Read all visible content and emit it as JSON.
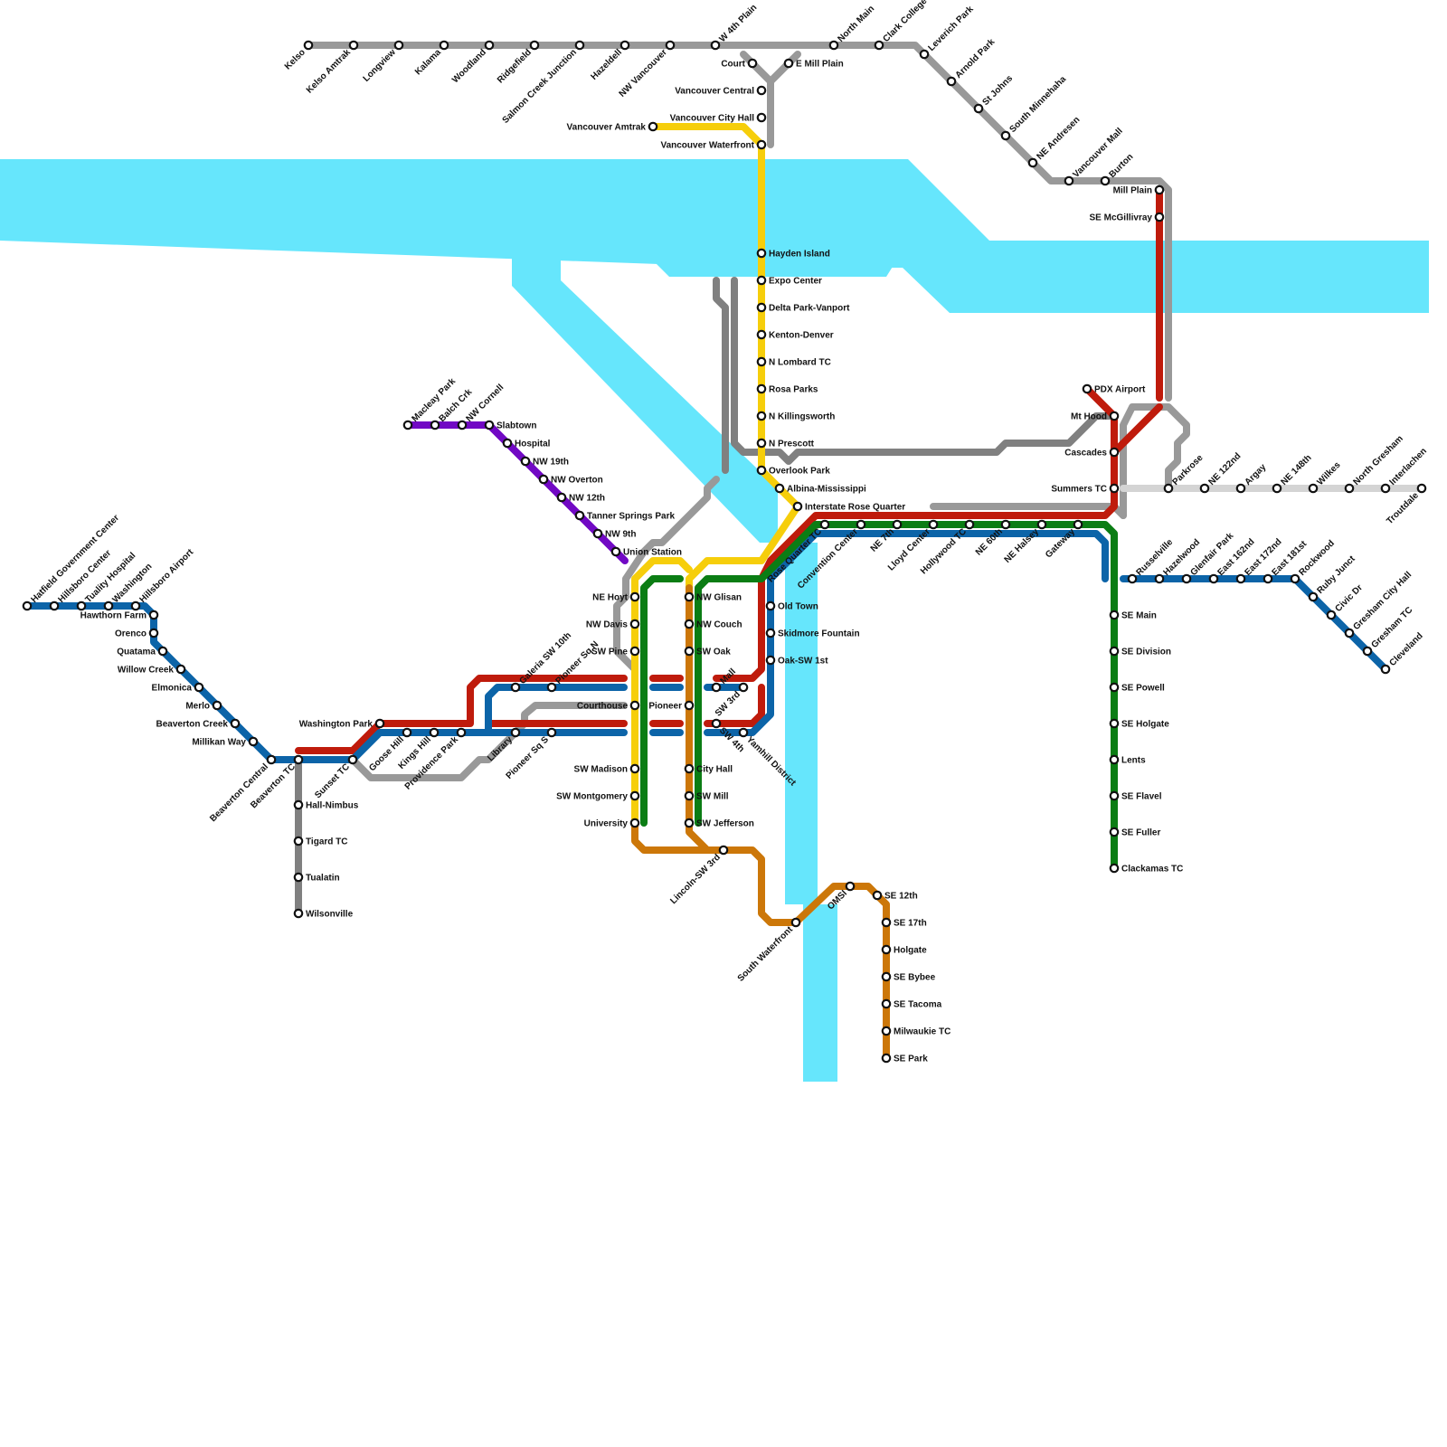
{
  "colors": {
    "water": "#66e6fc",
    "red": "#bf1b0c",
    "blue": "#0c64a8",
    "green": "#0b7d14",
    "yellow": "#f6ce0b",
    "orange": "#cc7709",
    "purple": "#7109c4",
    "gray": "#999999",
    "darkgray": "#808080",
    "lightgray": "#d4d4d4"
  },
  "lines": [
    {
      "id": "red",
      "color_key": "red"
    },
    {
      "id": "blue",
      "color_key": "blue"
    },
    {
      "id": "green",
      "color_key": "green"
    },
    {
      "id": "yellow",
      "color_key": "yellow"
    },
    {
      "id": "orange",
      "color_key": "orange"
    },
    {
      "id": "purple",
      "color_key": "purple"
    },
    {
      "id": "gray",
      "color_key": "gray"
    },
    {
      "id": "darkgray",
      "color_key": "darkgray"
    },
    {
      "id": "lightgray",
      "color_key": "lightgray"
    }
  ],
  "stations": [
    {
      "id": "kelso",
      "name": "Kelso"
    },
    {
      "id": "kelso-amtrak",
      "name": "Kelso Amtrak"
    },
    {
      "id": "longview",
      "name": "Longview"
    },
    {
      "id": "kalama",
      "name": "Kalama"
    },
    {
      "id": "woodland",
      "name": "Woodland"
    },
    {
      "id": "ridgefield",
      "name": "Ridgefield"
    },
    {
      "id": "salmon-creek-junction",
      "name": "Salmon Creek Junction"
    },
    {
      "id": "hazeldell",
      "name": "Hazeldell"
    },
    {
      "id": "nw-vancouver",
      "name": "NW Vancouver"
    },
    {
      "id": "w-4th-plain",
      "name": "W 4th Plain"
    },
    {
      "id": "north-main",
      "name": "North Main"
    },
    {
      "id": "clark-college",
      "name": "Clark College"
    },
    {
      "id": "leverich-park",
      "name": "Leverich Park"
    },
    {
      "id": "arnold-park",
      "name": "Arnold Park"
    },
    {
      "id": "st-johns",
      "name": "St Johns"
    },
    {
      "id": "south-minnehaha",
      "name": "South Minnehaha"
    },
    {
      "id": "ne-andresen",
      "name": "NE Andresen"
    },
    {
      "id": "vancouver-mall",
      "name": "Vancouver Mall"
    },
    {
      "id": "burton",
      "name": "Burton"
    },
    {
      "id": "mill-plain",
      "name": "Mill Plain"
    },
    {
      "id": "se-mcgillivray",
      "name": "SE McGillivray"
    },
    {
      "id": "court",
      "name": "Court"
    },
    {
      "id": "e-mill-plain",
      "name": "E Mill Plain"
    },
    {
      "id": "vancouver-central",
      "name": "Vancouver Central"
    },
    {
      "id": "vancouver-city-hall",
      "name": "Vancouver City Hall"
    },
    {
      "id": "vancouver-amtrak",
      "name": "Vancouver Amtrak"
    },
    {
      "id": "vancouver-waterfront",
      "name": "Vancouver Waterfront"
    },
    {
      "id": "hayden-island",
      "name": "Hayden Island"
    },
    {
      "id": "expo-center",
      "name": "Expo Center"
    },
    {
      "id": "delta-park-vanport",
      "name": "Delta Park-Vanport"
    },
    {
      "id": "kenton-denver",
      "name": "Kenton-Denver"
    },
    {
      "id": "n-lombard-tc",
      "name": "N Lombard TC"
    },
    {
      "id": "rosa-parks",
      "name": "Rosa Parks"
    },
    {
      "id": "n-killingsworth",
      "name": "N Killingsworth"
    },
    {
      "id": "n-prescott",
      "name": "N Prescott"
    },
    {
      "id": "overlook-park",
      "name": "Overlook Park"
    },
    {
      "id": "albina-mississippi",
      "name": "Albina-Mississippi"
    },
    {
      "id": "interstate-rose-quarter",
      "name": "Interstate Rose Quarter"
    },
    {
      "id": "pdx-airport",
      "name": "PDX Airport"
    },
    {
      "id": "mt-hood",
      "name": "Mt Hood"
    },
    {
      "id": "cascades",
      "name": "Cascades"
    },
    {
      "id": "summers-tc",
      "name": "Summers TC"
    },
    {
      "id": "parkrose",
      "name": "Parkrose"
    },
    {
      "id": "ne-122nd",
      "name": "NE 122nd"
    },
    {
      "id": "argay",
      "name": "Argay"
    },
    {
      "id": "ne-148th",
      "name": "NE 148th"
    },
    {
      "id": "wilkes",
      "name": "Wilkes"
    },
    {
      "id": "north-gresham",
      "name": "North Gresham"
    },
    {
      "id": "interlachen",
      "name": "Interlachen"
    },
    {
      "id": "troutdale",
      "name": "Troutdale"
    },
    {
      "id": "macleay-park",
      "name": "Macleay Park"
    },
    {
      "id": "balch-crk",
      "name": "Balch Crk"
    },
    {
      "id": "nw-cornell",
      "name": "NW Cornell"
    },
    {
      "id": "slabtown",
      "name": "Slabtown"
    },
    {
      "id": "hospital",
      "name": "Hospital"
    },
    {
      "id": "nw-19th",
      "name": "NW 19th"
    },
    {
      "id": "nw-overton",
      "name": "NW Overton"
    },
    {
      "id": "nw-12th",
      "name": "NW 12th"
    },
    {
      "id": "tanner-springs-park",
      "name": "Tanner Springs Park"
    },
    {
      "id": "nw-9th",
      "name": "NW 9th"
    },
    {
      "id": "union-station",
      "name": "Union Station"
    },
    {
      "id": "ne-hoyt",
      "name": "NE Hoyt"
    },
    {
      "id": "nw-davis",
      "name": "NW Davis"
    },
    {
      "id": "sw-pine",
      "name": "SW Pine"
    },
    {
      "id": "courthouse",
      "name": "Courthouse"
    },
    {
      "id": "sw-madison",
      "name": "SW Madison"
    },
    {
      "id": "sw-montgomery",
      "name": "SW Montgomery"
    },
    {
      "id": "university",
      "name": "University"
    },
    {
      "id": "nw-glisan",
      "name": "NW Glisan"
    },
    {
      "id": "nw-couch",
      "name": "NW Couch"
    },
    {
      "id": "sw-oak",
      "name": "SW Oak"
    },
    {
      "id": "pioneer",
      "name": "Pioneer"
    },
    {
      "id": "city-hall",
      "name": "City Hall"
    },
    {
      "id": "sw-mill",
      "name": "SW Mill"
    },
    {
      "id": "sw-jefferson",
      "name": "SW Jefferson"
    },
    {
      "id": "mall",
      "name": "Mall"
    },
    {
      "id": "sw-3rd",
      "name": "SW 3rd"
    },
    {
      "id": "sw-4th",
      "name": "SW 4th"
    },
    {
      "id": "yamhill-district",
      "name": "Yamhill District"
    },
    {
      "id": "old-town",
      "name": "Old Town"
    },
    {
      "id": "skidmore-fountain",
      "name": "Skidmore Fountain"
    },
    {
      "id": "oak-sw-1st",
      "name": "Oak-SW 1st"
    },
    {
      "id": "rose-quarter-tc",
      "name": "Rose Quarter TC"
    },
    {
      "id": "convention-center",
      "name": "Convention Center"
    },
    {
      "id": "ne-7th",
      "name": "NE 7th"
    },
    {
      "id": "lloyd-center",
      "name": "Lloyd Center"
    },
    {
      "id": "hollywood-tc",
      "name": "Hollywood TC"
    },
    {
      "id": "ne-60th",
      "name": "NE 60th"
    },
    {
      "id": "ne-halsey",
      "name": "NE Halsey"
    },
    {
      "id": "gateway",
      "name": "Gateway"
    },
    {
      "id": "russelville",
      "name": "Russelville"
    },
    {
      "id": "hazelwood",
      "name": "Hazelwood"
    },
    {
      "id": "glenfair-park",
      "name": "Glenfair Park"
    },
    {
      "id": "east-162nd",
      "name": "East 162nd"
    },
    {
      "id": "east-172nd",
      "name": "East 172nd"
    },
    {
      "id": "east-181st",
      "name": "East 181st"
    },
    {
      "id": "rockwood",
      "name": "Rockwood"
    },
    {
      "id": "ruby-junct",
      "name": "Ruby Junct"
    },
    {
      "id": "civic-dr",
      "name": "Civic Dr"
    },
    {
      "id": "gresham-city-hall",
      "name": "Gresham City Hall"
    },
    {
      "id": "gresham-tc",
      "name": "Gresham TC"
    },
    {
      "id": "cleveland",
      "name": "Cleveland"
    },
    {
      "id": "se-main",
      "name": "SE Main"
    },
    {
      "id": "se-division",
      "name": "SE Division"
    },
    {
      "id": "se-powell",
      "name": "SE Powell"
    },
    {
      "id": "se-holgate",
      "name": "SE Holgate"
    },
    {
      "id": "lents",
      "name": "Lents"
    },
    {
      "id": "se-flavel",
      "name": "SE Flavel"
    },
    {
      "id": "se-fuller",
      "name": "SE Fuller"
    },
    {
      "id": "clackamas-tc",
      "name": "Clackamas TC"
    },
    {
      "id": "hatfield-government-center",
      "name": "Hatfield Government Center"
    },
    {
      "id": "hillsboro-center",
      "name": "Hillsboro Center"
    },
    {
      "id": "tuality-hospital",
      "name": "Tuality Hospital"
    },
    {
      "id": "washington",
      "name": "Washington"
    },
    {
      "id": "hillsboro-airport",
      "name": "Hillsboro Airport"
    },
    {
      "id": "hawthorn-farm",
      "name": "Hawthorn Farm"
    },
    {
      "id": "orenco",
      "name": "Orenco"
    },
    {
      "id": "quatama",
      "name": "Quatama"
    },
    {
      "id": "willow-creek",
      "name": "Willow Creek"
    },
    {
      "id": "elmonica",
      "name": "Elmonica"
    },
    {
      "id": "merlo",
      "name": "Merlo"
    },
    {
      "id": "beaverton-creek",
      "name": "Beaverton Creek"
    },
    {
      "id": "millikan-way",
      "name": "Millikan Way"
    },
    {
      "id": "beaverton-central",
      "name": "Beaverton Central"
    },
    {
      "id": "beaverton-tc",
      "name": "Beaverton TC"
    },
    {
      "id": "sunset-tc",
      "name": "Sunset TC"
    },
    {
      "id": "hall-nimbus",
      "name": "Hall-Nimbus"
    },
    {
      "id": "tigard-tc",
      "name": "Tigard TC"
    },
    {
      "id": "tualatin",
      "name": "Tualatin"
    },
    {
      "id": "wilsonville",
      "name": "Wilsonville"
    },
    {
      "id": "washington-park",
      "name": "Washington Park"
    },
    {
      "id": "goose-hill",
      "name": "Goose Hill"
    },
    {
      "id": "kings-hill",
      "name": "Kings Hill"
    },
    {
      "id": "providence-park",
      "name": "Providence Park"
    },
    {
      "id": "galeria-sw-10th",
      "name": "Galeria SW 10th"
    },
    {
      "id": "pioneer-sq-n",
      "name": "Pioneer Sq N"
    },
    {
      "id": "library",
      "name": "Library"
    },
    {
      "id": "pioneer-sq-s",
      "name": "Pioneer Sq S"
    },
    {
      "id": "lincoln-sw-3rd",
      "name": "Lincoln-SW 3rd"
    },
    {
      "id": "south-waterfront",
      "name": "South Waterfront"
    },
    {
      "id": "omsi",
      "name": "OMSI"
    },
    {
      "id": "se-12th",
      "name": "SE 12th"
    },
    {
      "id": "se-17th",
      "name": "SE 17th"
    },
    {
      "id": "holgate",
      "name": "Holgate"
    },
    {
      "id": "se-bybee",
      "name": "SE Bybee"
    },
    {
      "id": "se-tacoma",
      "name": "SE Tacoma"
    },
    {
      "id": "milwaukie-tc",
      "name": "Milwaukie TC"
    },
    {
      "id": "se-park",
      "name": "SE Park"
    }
  ]
}
